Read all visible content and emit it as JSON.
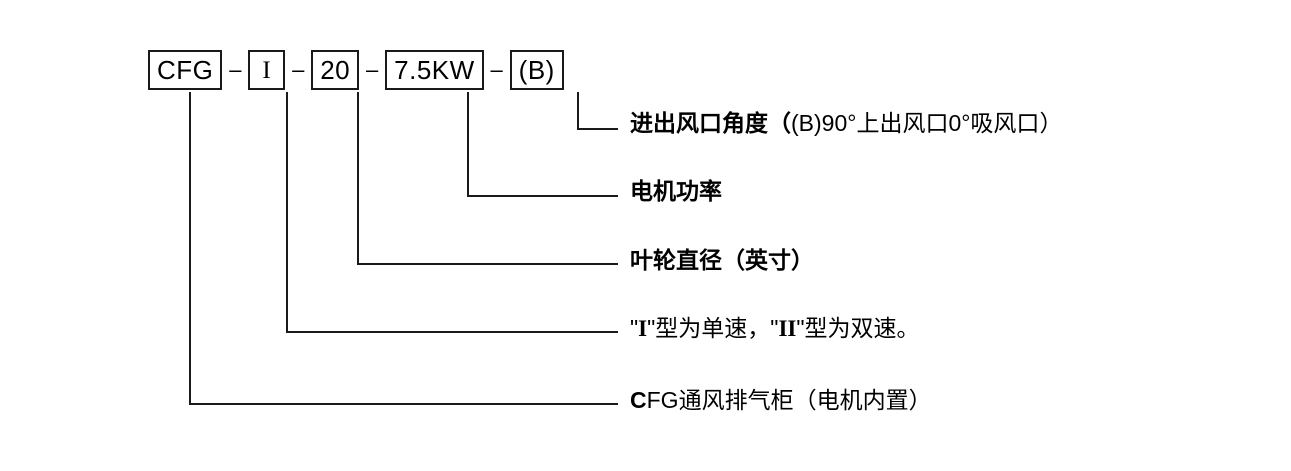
{
  "diagram": {
    "title": "CFG model code designation",
    "line_color": "#1a1a1a",
    "text_color": "#000000",
    "background": "#ffffff"
  },
  "code": {
    "separator": "–",
    "segments": [
      {
        "id": "series",
        "value": "CFG"
      },
      {
        "id": "speed",
        "value": "I"
      },
      {
        "id": "diameter",
        "value": "20"
      },
      {
        "id": "power",
        "value": "7.5KW"
      },
      {
        "id": "angle",
        "value": "(B)"
      }
    ]
  },
  "annotations": {
    "angle": {
      "label": "进出风口角度",
      "open_paren": "（",
      "detail": "(B)90°上出风口0°吸风口",
      "close_paren": "）"
    },
    "power": {
      "label": "电机功率"
    },
    "diameter": {
      "label": "叶轮直径（英寸）"
    },
    "speed": {
      "quote": "\"",
      "roman_one": "I",
      "part_one": "型为单速，",
      "roman_two": "II",
      "part_two": "型为双速。"
    },
    "model": {
      "initial": "C",
      "rest": "FG通风排气柜（电机内置）"
    }
  }
}
